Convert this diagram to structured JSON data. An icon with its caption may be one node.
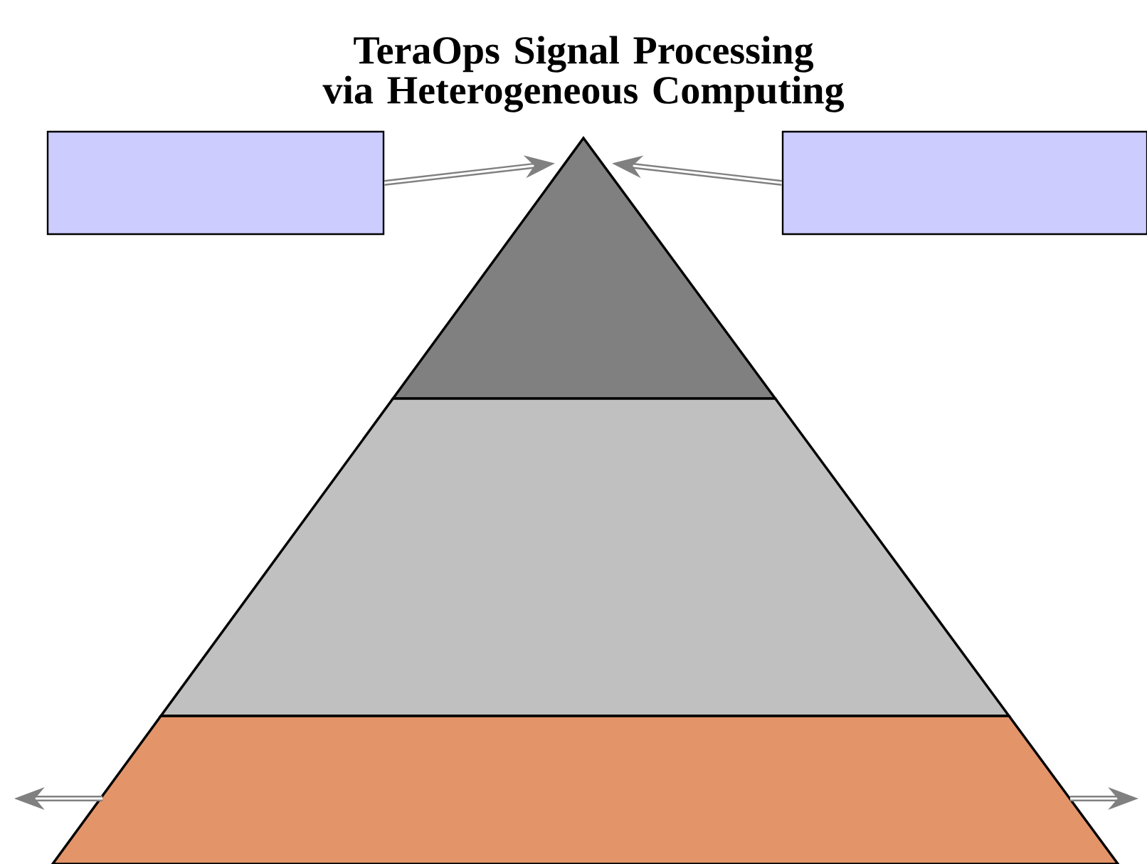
{
  "diagram": {
    "title": "TeraOps Signal Processing via Heterogeneous Computing",
    "nodes": [
      {
        "text": [],
        "shape": "box"
      },
      {
        "text": [],
        "shape": "box"
      },
      {
        "text": [],
        "shape": "triangle"
      },
      {
        "text": [],
        "shape": "trapezoid"
      },
      {
        "text": [],
        "shape": "trapezoid"
      }
    ],
    "edges": [
      {
        "from": 0,
        "to": 2,
        "arrow": "to"
      },
      {
        "from": 1,
        "to": 2,
        "arrow": "to"
      },
      {
        "from": 4,
        "to": null,
        "arrow": "to"
      },
      {
        "from": 4,
        "to": null,
        "arrow": "to"
      }
    ]
  }
}
